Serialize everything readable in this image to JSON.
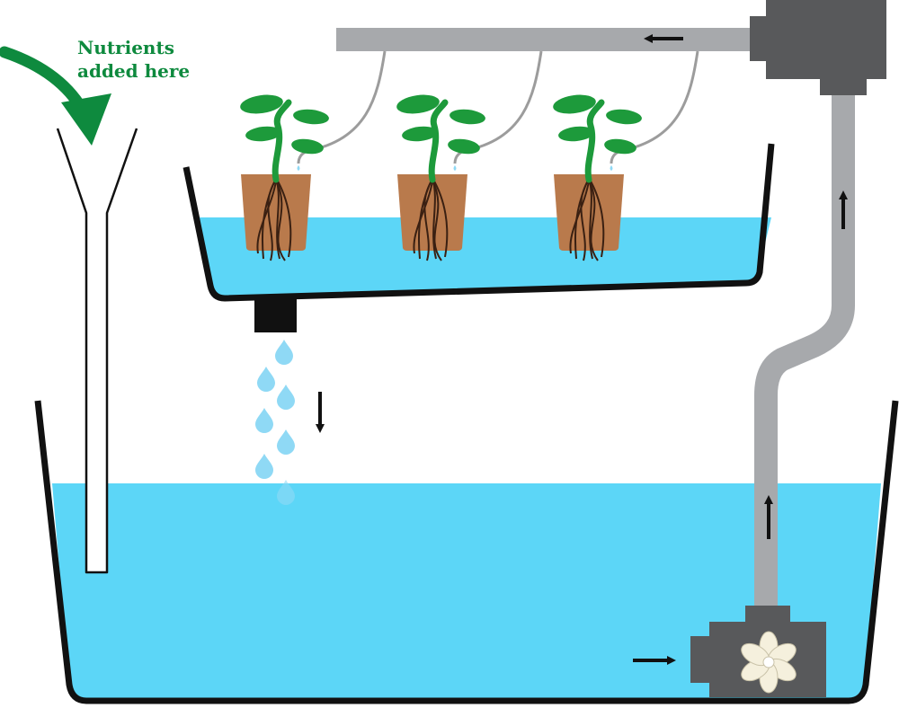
{
  "annotation": {
    "line1": "Nutrients",
    "line2": "added here"
  },
  "colors": {
    "water": "#5cd6f7",
    "outline": "#111111",
    "pipe": "#a7a9ac",
    "pump": "#58595b",
    "pot": "#b97a4c",
    "stem": "#1d9a3b",
    "leaf": "#1d9a3b",
    "root": "#3a2012",
    "annotation": "#0e8a3e",
    "impeller": "#f5f0dd",
    "droplet": "#8fd9f5",
    "dripline": "#9c9c9c"
  },
  "plants": [
    {
      "id": "plant-1"
    },
    {
      "id": "plant-2"
    },
    {
      "id": "plant-3"
    }
  ],
  "flow_arrows": [
    {
      "id": "pipe-top-arrow",
      "direction": "left"
    },
    {
      "id": "pipe-upper-right-arrow",
      "direction": "up"
    },
    {
      "id": "pipe-lower-arrow",
      "direction": "up"
    },
    {
      "id": "pump-inlet-arrow",
      "direction": "right"
    },
    {
      "id": "drain-arrow",
      "direction": "down"
    }
  ]
}
